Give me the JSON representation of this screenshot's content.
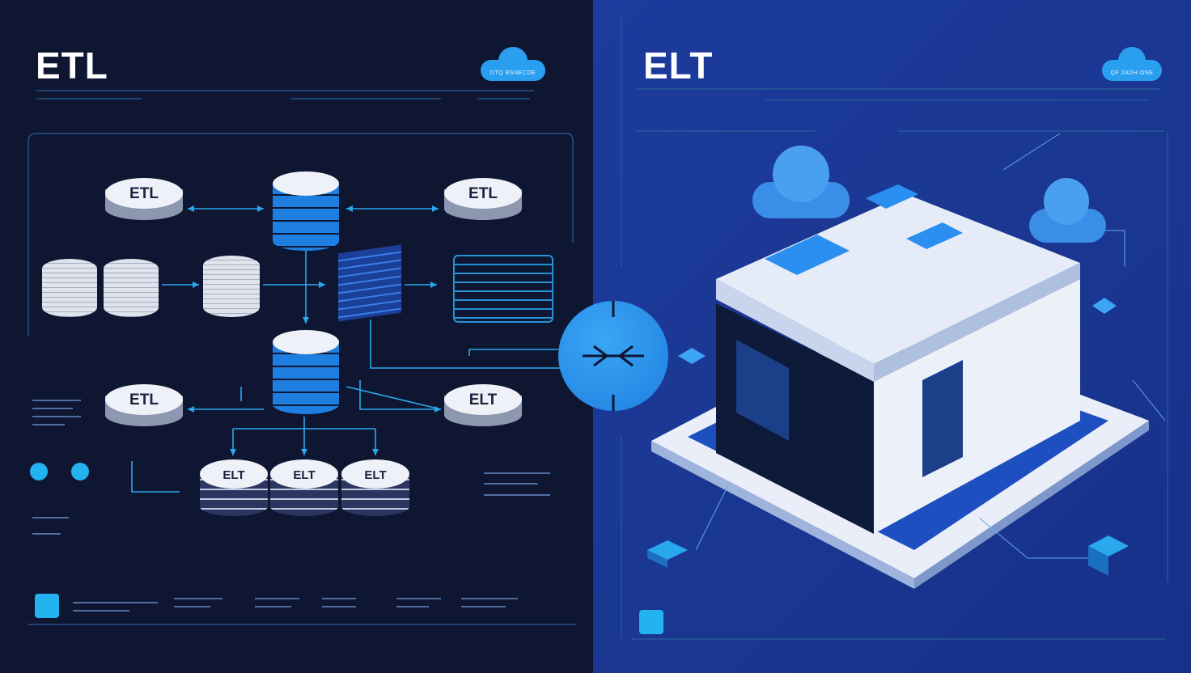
{
  "left_panel": {
    "title": "ETL",
    "cloud_badge": "DTQ RSNECDE",
    "nodes": {
      "top_left": "ETL",
      "top_right": "ETL",
      "mid_left": "ETL",
      "mid_right": "ELT",
      "bottom": [
        "ELT",
        "ELT",
        "ELT"
      ]
    }
  },
  "right_panel": {
    "title": "ELT",
    "cloud_badge": "QF 2ADH ONE"
  },
  "colors": {
    "left_bg": "#0e1632",
    "right_bg": "#1c3b9c",
    "accent": "#2a9ff0",
    "line": "#2f8fd0"
  }
}
